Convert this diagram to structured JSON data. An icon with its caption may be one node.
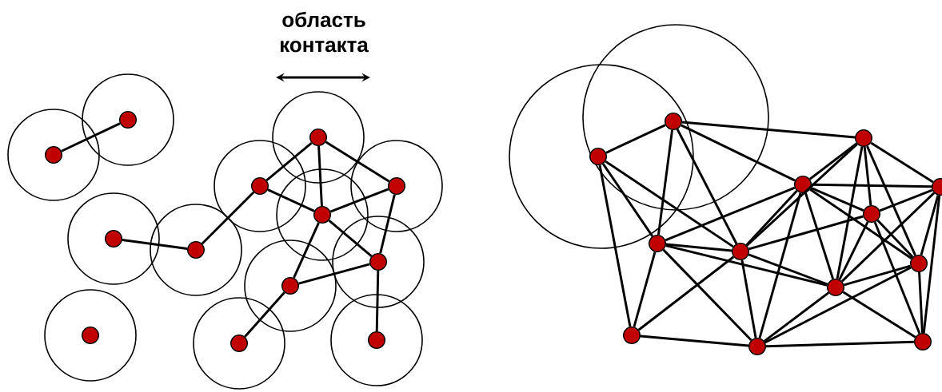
{
  "diagram": {
    "nodes": [
      {
        "text": [],
        "shape": "circle"
      },
      {
        "text": [],
        "shape": "circle"
      },
      {
        "text": [],
        "shape": "circle"
      },
      {
        "text": [],
        "shape": "circle"
      },
      {
        "text": [],
        "shape": "circle"
      },
      {
        "text": [],
        "shape": "circle"
      },
      {
        "text": [],
        "shape": "circle"
      },
      {
        "text": [],
        "shape": "circle"
      },
      {
        "text": [],
        "shape": "circle"
      },
      {
        "text": [],
        "shape": "circle"
      },
      {
        "text": [],
        "shape": "circle"
      },
      {
        "text": [],
        "shape": "circle"
      },
      {
        "text": [],
        "shape": "circle"
      },
      {
        "text": [],
        "shape": "circle"
      },
      {
        "text": [],
        "shape": "circle"
      },
      {
        "text": [],
        "shape": "circle"
      },
      {
        "text": [],
        "shape": "circle"
      },
      {
        "text": [],
        "shape": "circle"
      },
      {
        "text": [],
        "shape": "circle"
      },
      {
        "text": [],
        "shape": "circle"
      },
      {
        "text": [],
        "shape": "circle"
      },
      {
        "text": [],
        "shape": "circle"
      },
      {
        "text": [],
        "shape": "circle"
      },
      {
        "text": [],
        "shape": "circle"
      },
      {
        "text": [],
        "shape": "circle"
      },
      {
        "text": [],
        "shape": "circle"
      }
    ],
    "edges": [
      {
        "from": 0,
        "to": 1,
        "arrow": "none"
      },
      {
        "from": 2,
        "to": 3,
        "arrow": "none"
      },
      {
        "from": 3,
        "to": 5,
        "arrow": "none"
      },
      {
        "from": 5,
        "to": 6,
        "arrow": "none"
      },
      {
        "from": 5,
        "to": 8,
        "arrow": "none"
      },
      {
        "from": 6,
        "to": 8,
        "arrow": "none"
      },
      {
        "from": 6,
        "to": 7,
        "arrow": "none"
      },
      {
        "from": 7,
        "to": 8,
        "arrow": "none"
      },
      {
        "from": 7,
        "to": 9,
        "arrow": "none"
      },
      {
        "from": 8,
        "to": 9,
        "arrow": "none"
      },
      {
        "from": 8,
        "to": 10,
        "arrow": "none"
      },
      {
        "from": 10,
        "to": 9,
        "arrow": "none"
      },
      {
        "from": 10,
        "to": 11,
        "arrow": "none"
      },
      {
        "from": 9,
        "to": 12,
        "arrow": "none"
      },
      {
        "from": 13,
        "to": 14,
        "arrow": "none"
      },
      {
        "from": 13,
        "to": 23,
        "arrow": "none"
      },
      {
        "from": 13,
        "to": 19,
        "arrow": "none"
      },
      {
        "from": 13,
        "to": 20,
        "arrow": "none"
      },
      {
        "from": 14,
        "to": 19,
        "arrow": "none"
      },
      {
        "from": 14,
        "to": 20,
        "arrow": "none"
      },
      {
        "from": 14,
        "to": 15,
        "arrow": "none"
      },
      {
        "from": 14,
        "to": 16,
        "arrow": "none"
      },
      {
        "from": 19,
        "to": 23,
        "arrow": "none"
      },
      {
        "from": 19,
        "to": 16,
        "arrow": "none"
      },
      {
        "from": 19,
        "to": 20,
        "arrow": "none"
      },
      {
        "from": 19,
        "to": 22,
        "arrow": "none"
      },
      {
        "from": 19,
        "to": 24,
        "arrow": "none"
      },
      {
        "from": 23,
        "to": 20,
        "arrow": "none"
      },
      {
        "from": 23,
        "to": 24,
        "arrow": "none"
      },
      {
        "from": 15,
        "to": 16,
        "arrow": "none"
      },
      {
        "from": 15,
        "to": 20,
        "arrow": "none"
      },
      {
        "from": 15,
        "to": 22,
        "arrow": "none"
      },
      {
        "from": 15,
        "to": 18,
        "arrow": "none"
      },
      {
        "from": 15,
        "to": 21,
        "arrow": "none"
      },
      {
        "from": 15,
        "to": 17,
        "arrow": "none"
      },
      {
        "from": 16,
        "to": 17,
        "arrow": "none"
      },
      {
        "from": 16,
        "to": 18,
        "arrow": "none"
      },
      {
        "from": 16,
        "to": 21,
        "arrow": "none"
      },
      {
        "from": 16,
        "to": 22,
        "arrow": "none"
      },
      {
        "from": 16,
        "to": 24,
        "arrow": "none"
      },
      {
        "from": 16,
        "to": 20,
        "arrow": "none"
      },
      {
        "from": 17,
        "to": 18,
        "arrow": "none"
      },
      {
        "from": 17,
        "to": 21,
        "arrow": "none"
      },
      {
        "from": 17,
        "to": 22,
        "arrow": "none"
      },
      {
        "from": 17,
        "to": 25,
        "arrow": "none"
      },
      {
        "from": 18,
        "to": 20,
        "arrow": "none"
      },
      {
        "from": 18,
        "to": 22,
        "arrow": "none"
      },
      {
        "from": 18,
        "to": 21,
        "arrow": "none"
      },
      {
        "from": 18,
        "to": 25,
        "arrow": "none"
      },
      {
        "from": 21,
        "to": 25,
        "arrow": "none"
      },
      {
        "from": 21,
        "to": 22,
        "arrow": "none"
      },
      {
        "from": 21,
        "to": 24,
        "arrow": "none"
      },
      {
        "from": 22,
        "to": 20,
        "arrow": "none"
      },
      {
        "from": 22,
        "to": 24,
        "arrow": "none"
      },
      {
        "from": 22,
        "to": 25,
        "arrow": "none"
      },
      {
        "from": 24,
        "to": 25,
        "arrow": "none"
      },
      {
        "from": 24,
        "to": 20,
        "arrow": "none"
      }
    ],
    "labels": [
      "область контакта"
    ]
  }
}
